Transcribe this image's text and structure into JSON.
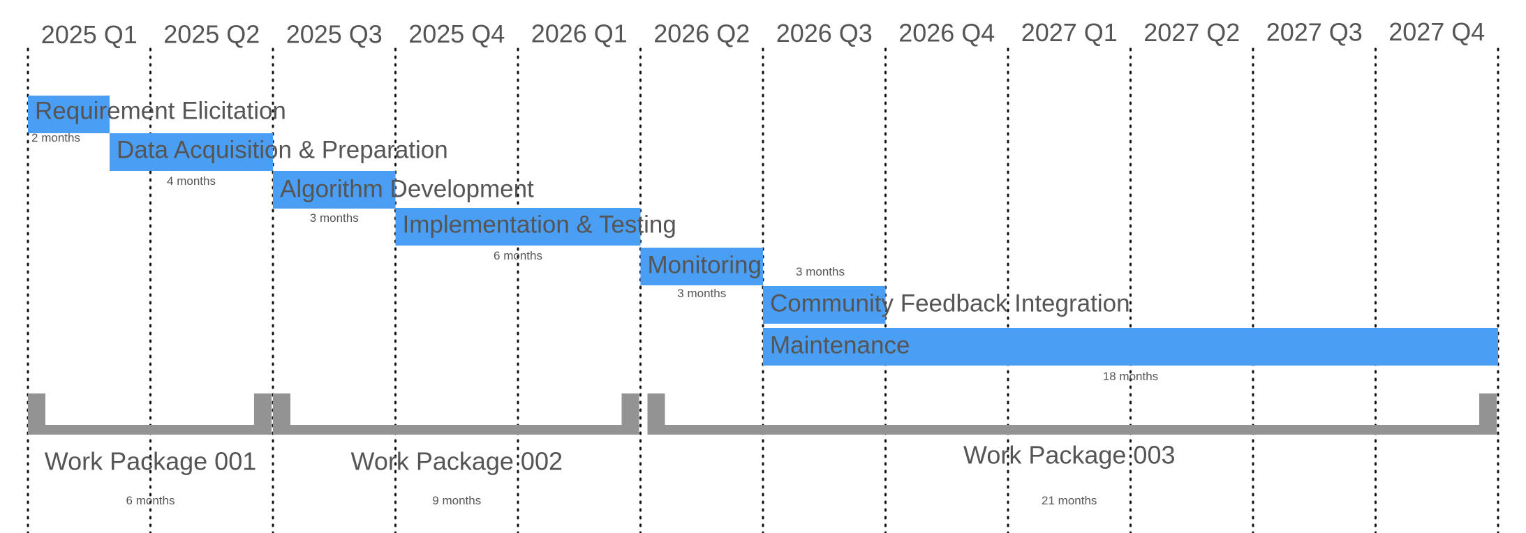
{
  "quarters": [
    "2025 Q1",
    "2025 Q2",
    "2025 Q3",
    "2025 Q4",
    "2026 Q1",
    "2026 Q2",
    "2026 Q3",
    "2026 Q4",
    "2027 Q1",
    "2027 Q2",
    "2027 Q3",
    "2027 Q4"
  ],
  "bar_color": "#4a9ff5",
  "bracket_color": "#939393",
  "grid_color": "#111111",
  "tasks": [
    {
      "name": "Requirement Elicitation",
      "start": 0,
      "duration": 2,
      "duration_label": "2 months"
    },
    {
      "name": "Data Acquisition & Preparation",
      "start": 2,
      "duration": 4,
      "duration_label": "4 months"
    },
    {
      "name": "Algorithm Development",
      "start": 6,
      "duration": 3,
      "duration_label": "3 months"
    },
    {
      "name": "Implementation & Testing",
      "start": 9,
      "duration": 6,
      "duration_label": "6 months"
    },
    {
      "name": "Monitoring",
      "start": 15,
      "duration": 3,
      "duration_label": "3 months"
    },
    {
      "name": "Community Feedback Integration",
      "start": 18,
      "duration": 3,
      "duration_label": "3 months"
    },
    {
      "name": "Maintenance",
      "start": 18,
      "duration": 18,
      "duration_label": "18 months"
    }
  ],
  "work_packages": [
    {
      "name": "Work Package 001",
      "start": 0,
      "duration": 6,
      "duration_label": "6 months"
    },
    {
      "name": "Work Package 002",
      "start": 6,
      "duration": 9,
      "duration_label": "9 months"
    },
    {
      "name": "Work Package 003",
      "start": 15,
      "duration": 21,
      "duration_label": "21 months"
    }
  ]
}
